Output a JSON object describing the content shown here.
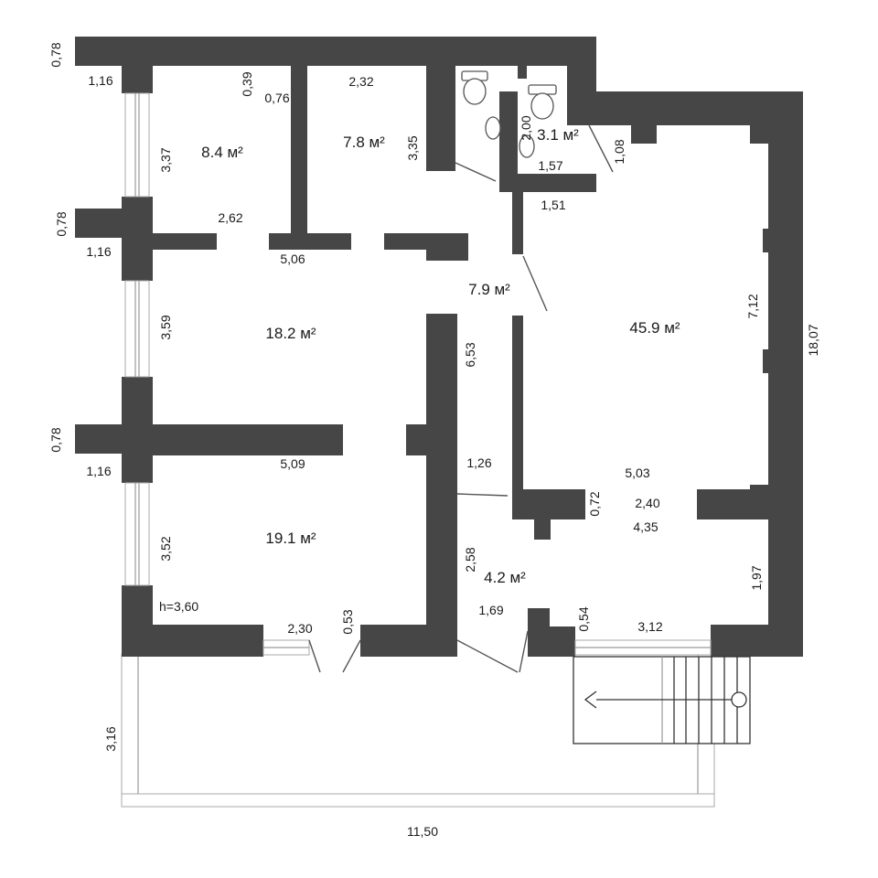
{
  "rooms": {
    "r1": "8.4 м²",
    "r2": "7.8 м²",
    "r3": "3.1 м²",
    "r4": "18.2 м²",
    "r5": "7.9 м²",
    "r6": "45.9 м²",
    "r7": "19.1 м²",
    "r8": "4.2 м²"
  },
  "ceiling_height": "h=3,60",
  "dims": {
    "d01": "0,78",
    "d02": "1,16",
    "d03": "0,39",
    "d04": "0,76",
    "d05": "2,32",
    "d06": "3,37",
    "d07": "3,35",
    "d08": "2,00",
    "d09": "1,57",
    "d10": "1,08",
    "d11": "0,78",
    "d12": "1,16",
    "d13": "2,62",
    "d14": "5,06",
    "d15": "1,51",
    "d16": "3,59",
    "d17": "6,53",
    "d18": "7,12",
    "d19": "18,07",
    "d20": "0,78",
    "d21": "1,16",
    "d22": "5,09",
    "d23": "1,26",
    "d24": "5,03",
    "d25": "0,72",
    "d26": "2,40",
    "d27": "4,35",
    "d28": "3,52",
    "d29": "2,58",
    "d30": "1,97",
    "d31": "1,69",
    "d32": "0,54",
    "d33": "3,12",
    "d34": "2,30",
    "d35": "0,53",
    "d36": "3,16",
    "d37": "11,50"
  }
}
